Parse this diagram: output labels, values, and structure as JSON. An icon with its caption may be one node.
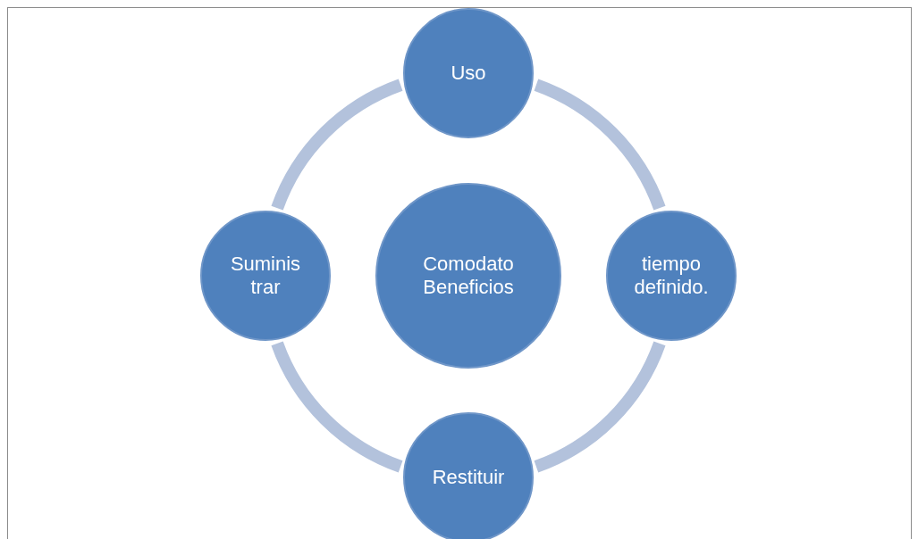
{
  "diagram": {
    "nodes": [
      {
        "text": [
          "Uso"
        ]
      },
      {
        "text": [
          "Suminis trar"
        ]
      },
      {
        "text": [
          "Comodato Beneficios"
        ]
      },
      {
        "text": [
          "tiempo definido."
        ]
      },
      {
        "text": [
          "Restituir"
        ]
      }
    ],
    "edges": [
      {
        "from": 0,
        "to": 3,
        "arrow": "none"
      },
      {
        "from": 3,
        "to": 4,
        "arrow": "none"
      },
      {
        "from": 4,
        "to": 1,
        "arrow": "none"
      },
      {
        "from": 1,
        "to": 0,
        "arrow": "none"
      }
    ]
  }
}
